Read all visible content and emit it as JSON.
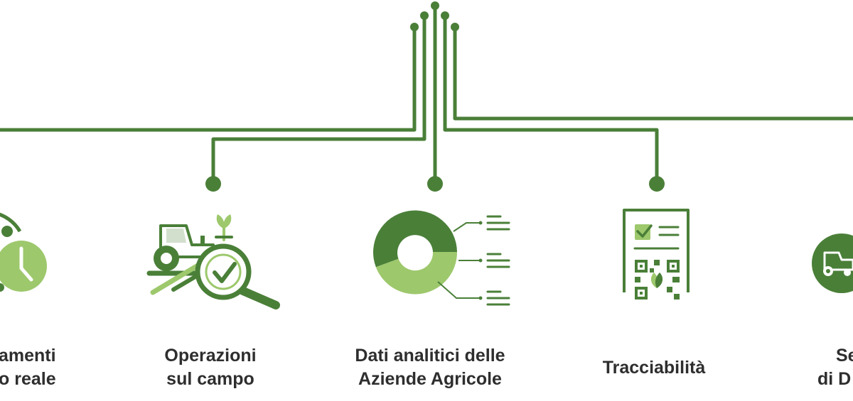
{
  "colors": {
    "dark_green": "#4a7f38",
    "light_green": "#9dc86c",
    "text": "#2e2e2e"
  },
  "items": [
    {
      "line1": "amenti",
      "line2": "o reale",
      "icon": "clock-icon"
    },
    {
      "line1": "Operazioni",
      "line2": "sul campo",
      "icon": "tractor-inspection-icon"
    },
    {
      "line1": "Dati analitici delle",
      "line2": "Aziende Agricole",
      "icon": "donut-chart-icon"
    },
    {
      "line1": "Tracciabilità",
      "line2": "",
      "icon": "qr-document-icon"
    },
    {
      "line1": "Se",
      "line2": "di D",
      "icon": "tractor-badge-icon"
    }
  ]
}
